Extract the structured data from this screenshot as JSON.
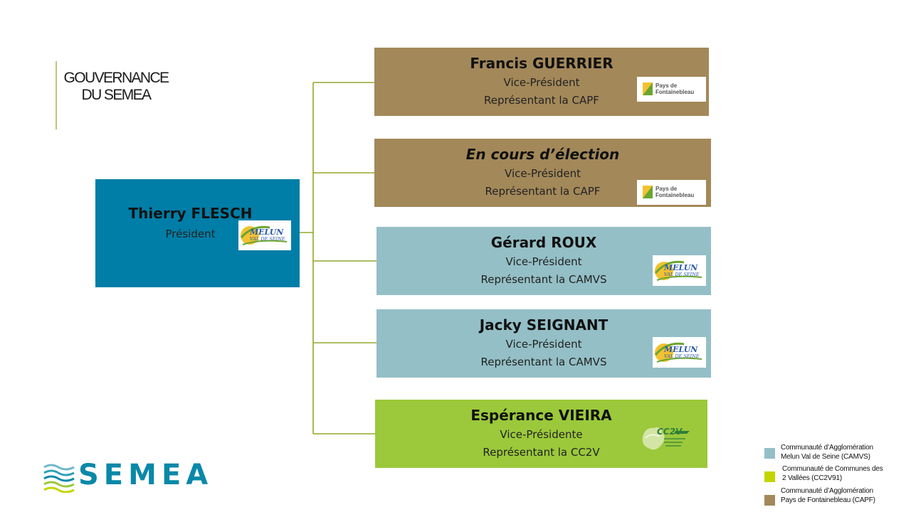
{
  "title": {
    "line1": "GOUVERNANCE",
    "line2": "DU SEMEA"
  },
  "president": {
    "name": "Thierry FLESCH",
    "role": "Président",
    "logo_text": [
      "MELUN",
      "VAL DE SEINE"
    ]
  },
  "vice_presidents": [
    {
      "name": "Francis GUERRIER",
      "role": "Vice-Président",
      "rep": "Représentant la CAPF",
      "logo_text": [
        "Pays de",
        "Fontainebleau"
      ],
      "italic": false
    },
    {
      "name": "En cours d’élection",
      "role": "Vice-Président",
      "rep": "Représentant la CAPF",
      "logo_text": [
        "Pays de",
        "Fontainebleau"
      ],
      "italic": true
    },
    {
      "name": "Gérard ROUX",
      "role": "Vice-Président",
      "rep": "Représentant la CAMVS",
      "logo_text": [
        "MELUN",
        "VAL DE SEINE"
      ],
      "italic": false
    },
    {
      "name": "Jacky SEIGNANT",
      "role": "Vice-Président",
      "rep": "Représentant la CAMVS",
      "logo_text": [
        "MELUN",
        "VAL DE SEINE"
      ],
      "italic": false
    },
    {
      "name": "Espérance VIEIRA",
      "role": "Vice-Présidente",
      "rep": "Représentant la CC2V",
      "logo_text": [
        "CC2V"
      ],
      "italic": false
    }
  ],
  "legend": [
    {
      "line1": "Communauté d’Agglomération",
      "line2": "Melun Val de Seine (CAMVS)",
      "color": "#94bfc6"
    },
    {
      "line1": "Communauté de Communes des",
      "line2": "2 Vallées (CC2V91)",
      "color": "#c3d500"
    },
    {
      "line1": "Communauté d’Agglomération",
      "line2": "Pays de Fontainebleau (CAPF)",
      "color": "#a38859"
    }
  ],
  "brand": {
    "name": "SEMEA"
  },
  "colors": {
    "president": "#007ea7",
    "capf": "#a38859",
    "camvs": "#94bfc6",
    "cc2v": "#9bc93b",
    "connector": "#8faa2c",
    "brand": "#0a88a8"
  }
}
